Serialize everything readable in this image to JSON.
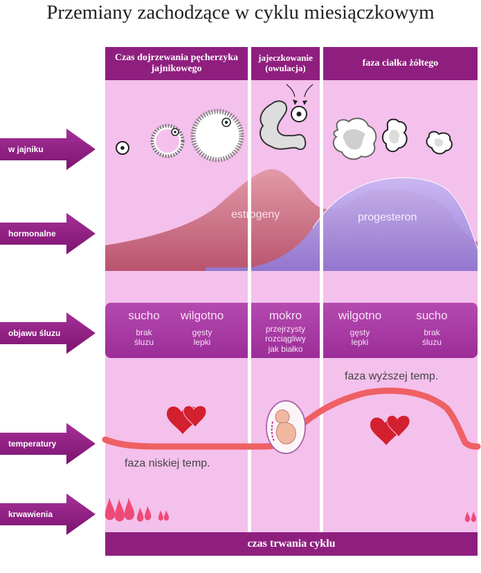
{
  "title": "Przemiany zachodzące w cyklu miesiączkowym",
  "phases": {
    "follicular": "Czas dojrzewania pęcherzyka jajnikowego",
    "ovulation": "jajeczkowanie (owulacja)",
    "luteal": "faza ciałka żółtego"
  },
  "rows": {
    "ovary": "w jajniku",
    "hormones": "hormonalne",
    "mucus": "objawu śluzu",
    "temperature": "temperatury",
    "bleeding": "krwawienia"
  },
  "hormones": {
    "estrogen": "estrogeny",
    "progesterone": "progesteron"
  },
  "mucus": {
    "c1_main": "sucho",
    "c1_sub": [
      "brak",
      "śluzu"
    ],
    "c2_main": "wilgotno",
    "c2_sub": [
      "gęsty",
      "lepki"
    ],
    "c3_main": "mokro",
    "c3_sub": [
      "przejrzysty",
      "rozciągliwy",
      "jak białko"
    ],
    "c4_main": "wilgotno",
    "c4_sub": [
      "gęsty",
      "lepki"
    ],
    "c5_main": "sucho",
    "c5_sub": [
      "brak",
      "śluzu"
    ]
  },
  "temperature": {
    "low": "faza niskiej temp.",
    "high": "faza wyższej temp."
  },
  "footer": "czas trwania cyklu",
  "colors": {
    "panel": "#f4c0ec",
    "header": "#8f1f7f",
    "arrow": "#8f1f7f",
    "estrogen": "#c86a82",
    "progesterone": "#9a88e0",
    "temperature_line": "#ee6064",
    "heart": "#cc1830"
  }
}
